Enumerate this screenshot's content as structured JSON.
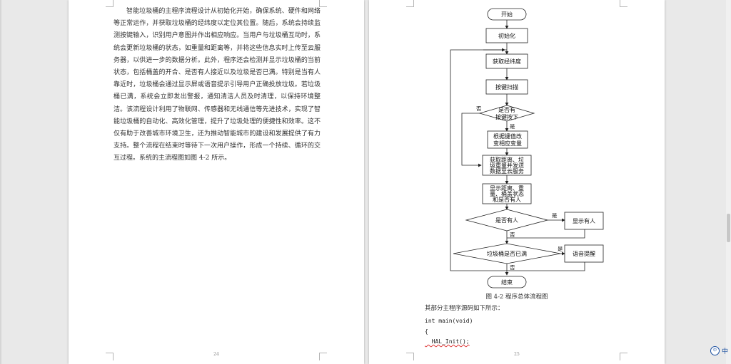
{
  "left_page": {
    "paragraph": "智能垃圾桶的主程序流程设计从初始化开始，确保系统、硬件和网络等正常运作，并获取垃圾桶的经纬度以定位其位置。随后，系统会持续监测按键输入，识别用户意图并作出相应响应。当用户与垃圾桶互动时，系统会更新垃圾桶的状态，如重量和距离等，并将这些信息实时上传至云服务器，以供进一步的数据分析。此外，程序还会检测并显示垃圾桶的当前状态，包括桶盖的开合、是否有人接近以及垃圾是否已满。特别是当有人靠近时，垃圾桶会通过显示屏或语音提示引导用户正确投放垃圾。若垃圾桶已满，系统会立即发出警报，通知清洁人员及时清理，以保持环境整洁。该流程设计利用了物联网、传感器和无线通信等先进技术，实现了智能垃圾桶的自动化、高效化管理，提升了垃圾处理的便捷性和效率。这不仅有助于改善城市环境卫生，还为推动智能城市的建设和发展提供了有力支持。整个流程在结束时等待下一次用户操作，形成一个持续、循环的交互过程。系统的主流程图如图 4-2 所示。",
    "page_number": "24"
  },
  "right_page": {
    "flowchart": {
      "start": "开始",
      "init": "初始化",
      "get_coords": "获取经纬度",
      "key_scan": "按键扫描",
      "key_pressed": [
        "是否有",
        "按键按下"
      ],
      "change_var": [
        "根据键值改",
        "变相应变量"
      ],
      "upload": [
        "获取距离、垃",
        "圾重量并发送",
        "数据至云服务"
      ],
      "display": [
        "显示距离、重",
        "量、桶盖状态",
        "和是否有人"
      ],
      "someone": "是否有人",
      "show_someone": "显示有人",
      "full": "垃圾桶是否已满",
      "voice": "语音提醒",
      "end": "结束",
      "yes": "是",
      "no": "否"
    },
    "caption": "图 4-2   程序总体流程图",
    "code_intro": "其部分主程序源码如下所示：",
    "code_lines": [
      "int main(void)",
      "{",
      "  HAL_Init();"
    ],
    "page_number": "25"
  },
  "status_bar": {
    "ime_icon": "中",
    "ime_label": "中"
  }
}
